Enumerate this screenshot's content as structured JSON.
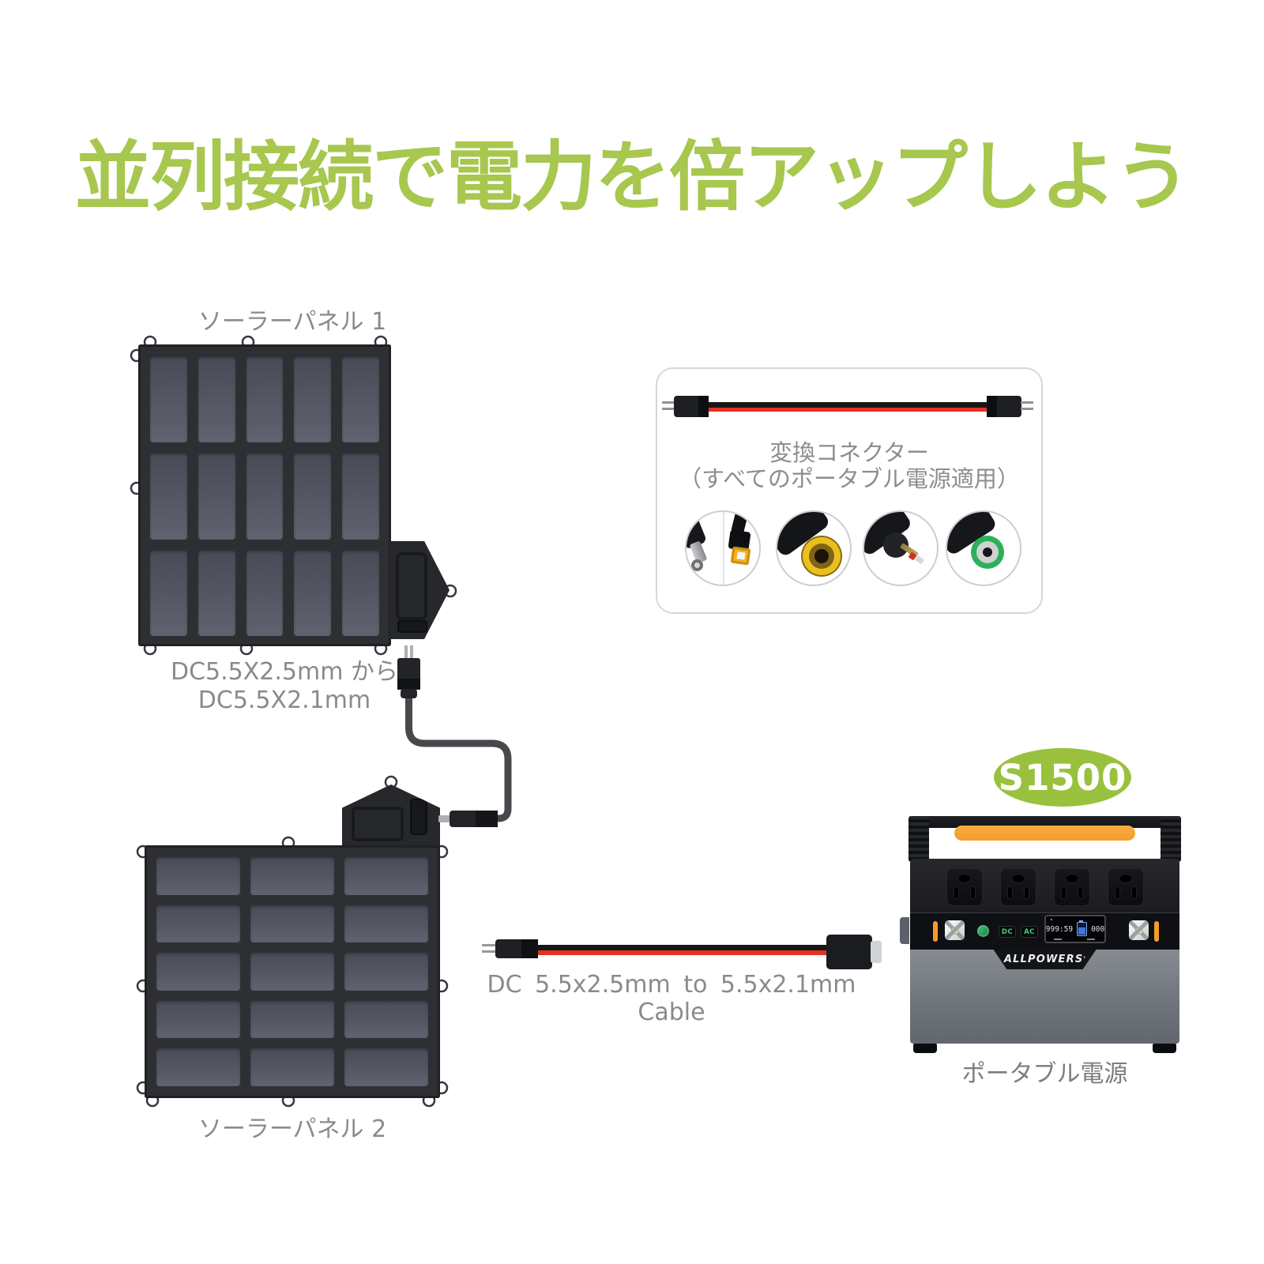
{
  "title": {
    "text": "並列接続で電力を倍アップしよう"
  },
  "solar_panel_1": {
    "label": "ソーラーパネル 1",
    "grid": {
      "cols": 5,
      "rows": 3
    }
  },
  "solar_panel_2": {
    "label": "ソーラーパネル 2",
    "grid": {
      "cols": 3,
      "rows": 5
    }
  },
  "link_cable_label": {
    "line1": "DC5.5X2.5mm から",
    "line2": "DC5.5X2.1mm"
  },
  "adapter_box": {
    "heading": "変換コネクター",
    "subheading": "（すべてのポータブル電源適用）",
    "connector_types": [
      "dc-barrel-plug-and-square-tip-connector",
      "dc-7909-yellow-ring-connector",
      "dc-3513-red-ring-pin-connector",
      "dc-green-ring-connector"
    ]
  },
  "bottom_cable": {
    "label": "DC 5.5x2.5mm to 5.5x2.1mm Cable"
  },
  "badge": {
    "text": "S1500"
  },
  "power_station": {
    "label": "ポータブル電源",
    "brand": "ALLPOWERS",
    "brand_tick": "'",
    "outlet_count": 4,
    "buttons": {
      "dc": "DC",
      "ac": "AC"
    },
    "display": {
      "time": "999:59",
      "watts": "000"
    }
  },
  "colors": {
    "title_green": "#a7c74e",
    "badge_green": "#99c13e",
    "accent_orange": "#f59b2b",
    "cable_red": "#e33122",
    "label_gray": "#8a8a8a"
  }
}
